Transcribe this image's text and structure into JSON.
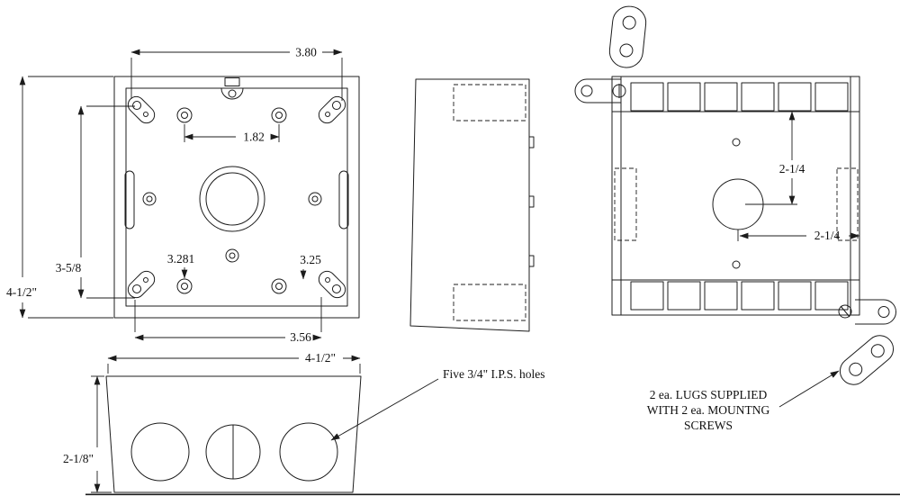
{
  "front_view": {
    "dim_top_width": "3.80",
    "dim_inner_width": "1.82",
    "dim_left_inner_height": "3-5/8",
    "dim_overall_height": "4-1/2\"",
    "dim_bottom_left": "3.281",
    "dim_bottom_right": "3.25",
    "dim_bottom_width": "3.56"
  },
  "bottom_view": {
    "dim_width": "4-1/2\"",
    "dim_depth": "2-1/8\"",
    "note_ips_holes": "Five 3/4\" I.P.S. holes"
  },
  "back_view": {
    "dim_center_to_top": "2-1/4",
    "dim_center_to_side": "2-1/4",
    "lugs_note_line1": "2 ea. LUGS SUPPLIED",
    "lugs_note_line2": "WITH 2 ea. MOUNTNG",
    "lugs_note_line3": "SCREWS"
  }
}
